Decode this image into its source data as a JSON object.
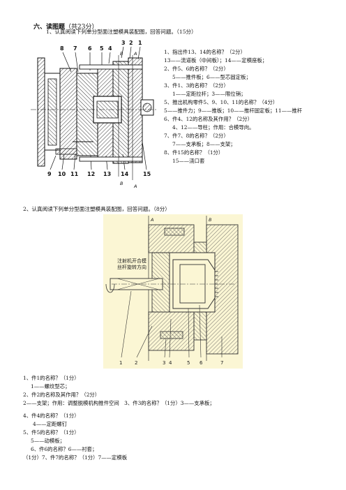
{
  "section": {
    "heading": "六、读图题",
    "points": "（共23分）"
  },
  "q1": {
    "prompt": "1、认真阅读下列单分型面注塑模具装配图，回答问题。（15分）",
    "figure_labels": {
      "top": [
        "8",
        "7",
        "6",
        "5",
        "4",
        "3",
        "2",
        "1"
      ],
      "bottom": [
        "9",
        "10",
        "11",
        "12",
        "13",
        "14",
        "15"
      ],
      "section_marks": [
        "B",
        "A",
        "B",
        "A"
      ]
    },
    "lines": [
      "1、指出件13、14的名称？（2分）",
      "13——流道板（中间板）；14——定模座板；",
      "2、件5、6的名称？（2分）",
      "5——推件板；6——型芯固定板；",
      "3、件1、3的名称？（2分）",
      "1——定距拉杆；3——限位销；",
      "5、推出机构零件5、9、10、11的名称？（4分）",
      "5——推件力；9——推板；10——推杆固定板；11——推杆",
      "6、件4、12的名称及其作用？（2分）",
      "4、12——导柱；作用：合模导向。",
      "7、件7、8的名称？（2分）",
      "7——支承板；8——支架；",
      "8、件15的名称？（1分）",
      "15——浇口套"
    ]
  },
  "q2": {
    "prompt": "2、认真阅读下列单分型面注塑模具装配图，回答问题。（8分）",
    "figure_note": [
      "注射机开合模",
      "丝杆旋转方向"
    ],
    "figure_labels": {
      "bottom": [
        "1",
        "2",
        "3",
        "4",
        "5",
        "6",
        "7"
      ],
      "section_marks": [
        "A",
        "B"
      ]
    },
    "lines": [
      "1、件1的名称？（1分）",
      "1——螺纹型芯；",
      "2、件2的名称及其作用？（2分）",
      "2——支架；作用：调整脱模机构推件空间　3、件3的名称？（1分）3——支承板；",
      "4、件4的名称？（1分）",
      "4——定距螺钉",
      "5、件5的名称？（1分）",
      "5——动模板；",
      "6、件6的名称？6——衬套；",
      "（1分）7、件7的名称？（1分）7——定模板"
    ]
  }
}
